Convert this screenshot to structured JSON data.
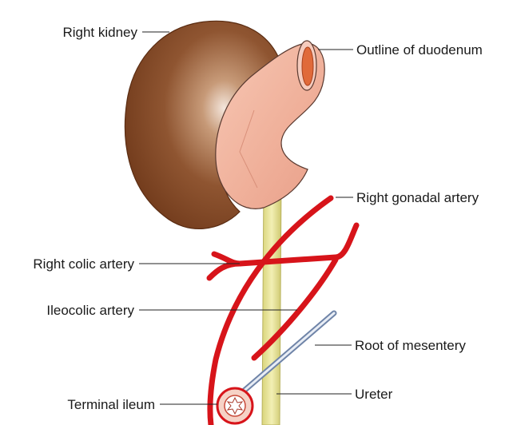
{
  "labels": {
    "right_kidney": "Right kidney",
    "outline_of_duodenum": "Outline of duodenum",
    "right_gonadal_artery": "Right gonadal artery",
    "right_colic_artery": "Right colic artery",
    "ileocolic_artery": "Ileocolic artery",
    "root_of_mesentery": "Root of mesentery",
    "ureter": "Ureter",
    "terminal_ileum": "Terminal ileum"
  },
  "colors": {
    "kidney": "#8a4f2c",
    "duodenum": "#f2b8a4",
    "artery": "#d7141a",
    "ureter": "#e6e39a",
    "mesentery_root": "#6f84a8"
  }
}
